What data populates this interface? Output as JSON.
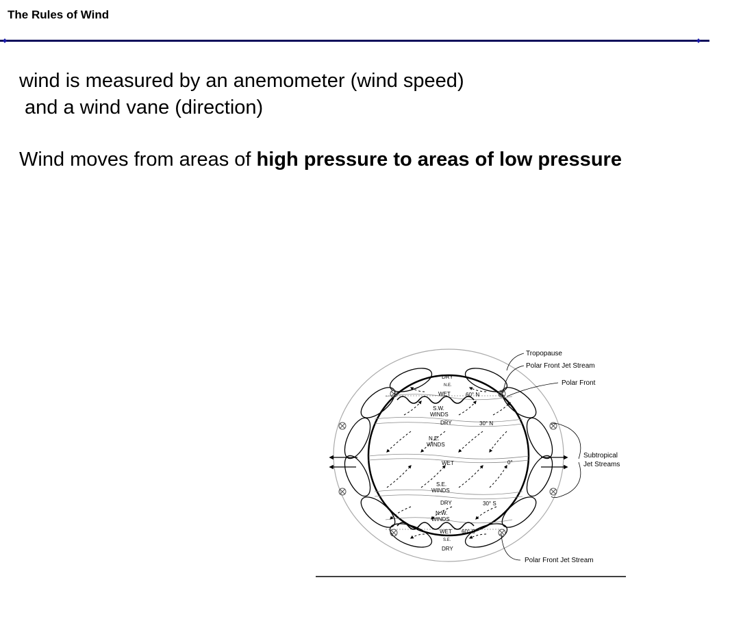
{
  "slide": {
    "title": "The Rules of Wind"
  },
  "body": {
    "line1": "wind is measured by an anemometer (wind speed)",
    "line2": "and a wind vane (direction)",
    "para2_plain": "Wind moves from areas of ",
    "para2_bold": "high pressure to areas of low pressure"
  },
  "diagram": {
    "callouts": {
      "tropopause": "Tropopause",
      "polar_front_jet_top": "Polar Front Jet Stream",
      "polar_front": "Polar Front",
      "subtropical_1": "Subtropical",
      "subtropical_2": "Jet Streams",
      "polar_front_jet_bottom": "Polar Front Jet Stream"
    },
    "zones": {
      "dry_top": "DRY",
      "ne_small_top": "N.E.",
      "wet_top": "WET",
      "lat_60n": "60° N",
      "sw": "S.W.",
      "winds_sw": "WINDS",
      "dry_30n": "DRY",
      "lat_30n": "30° N",
      "ne": "N.E.",
      "winds_ne": "WINDS",
      "wet_eq": "WET",
      "lat_0": "0°",
      "se": "S.E.",
      "winds_se": "WINDS",
      "dry_30s": "DRY",
      "lat_30s": "30° S",
      "nw": "N.W.",
      "winds_nw": "WINDS",
      "wet_bottom": "WET",
      "lat_60s": "60° S",
      "se_small_bottom": "S.E.",
      "dry_bottom": "DRY"
    }
  }
}
